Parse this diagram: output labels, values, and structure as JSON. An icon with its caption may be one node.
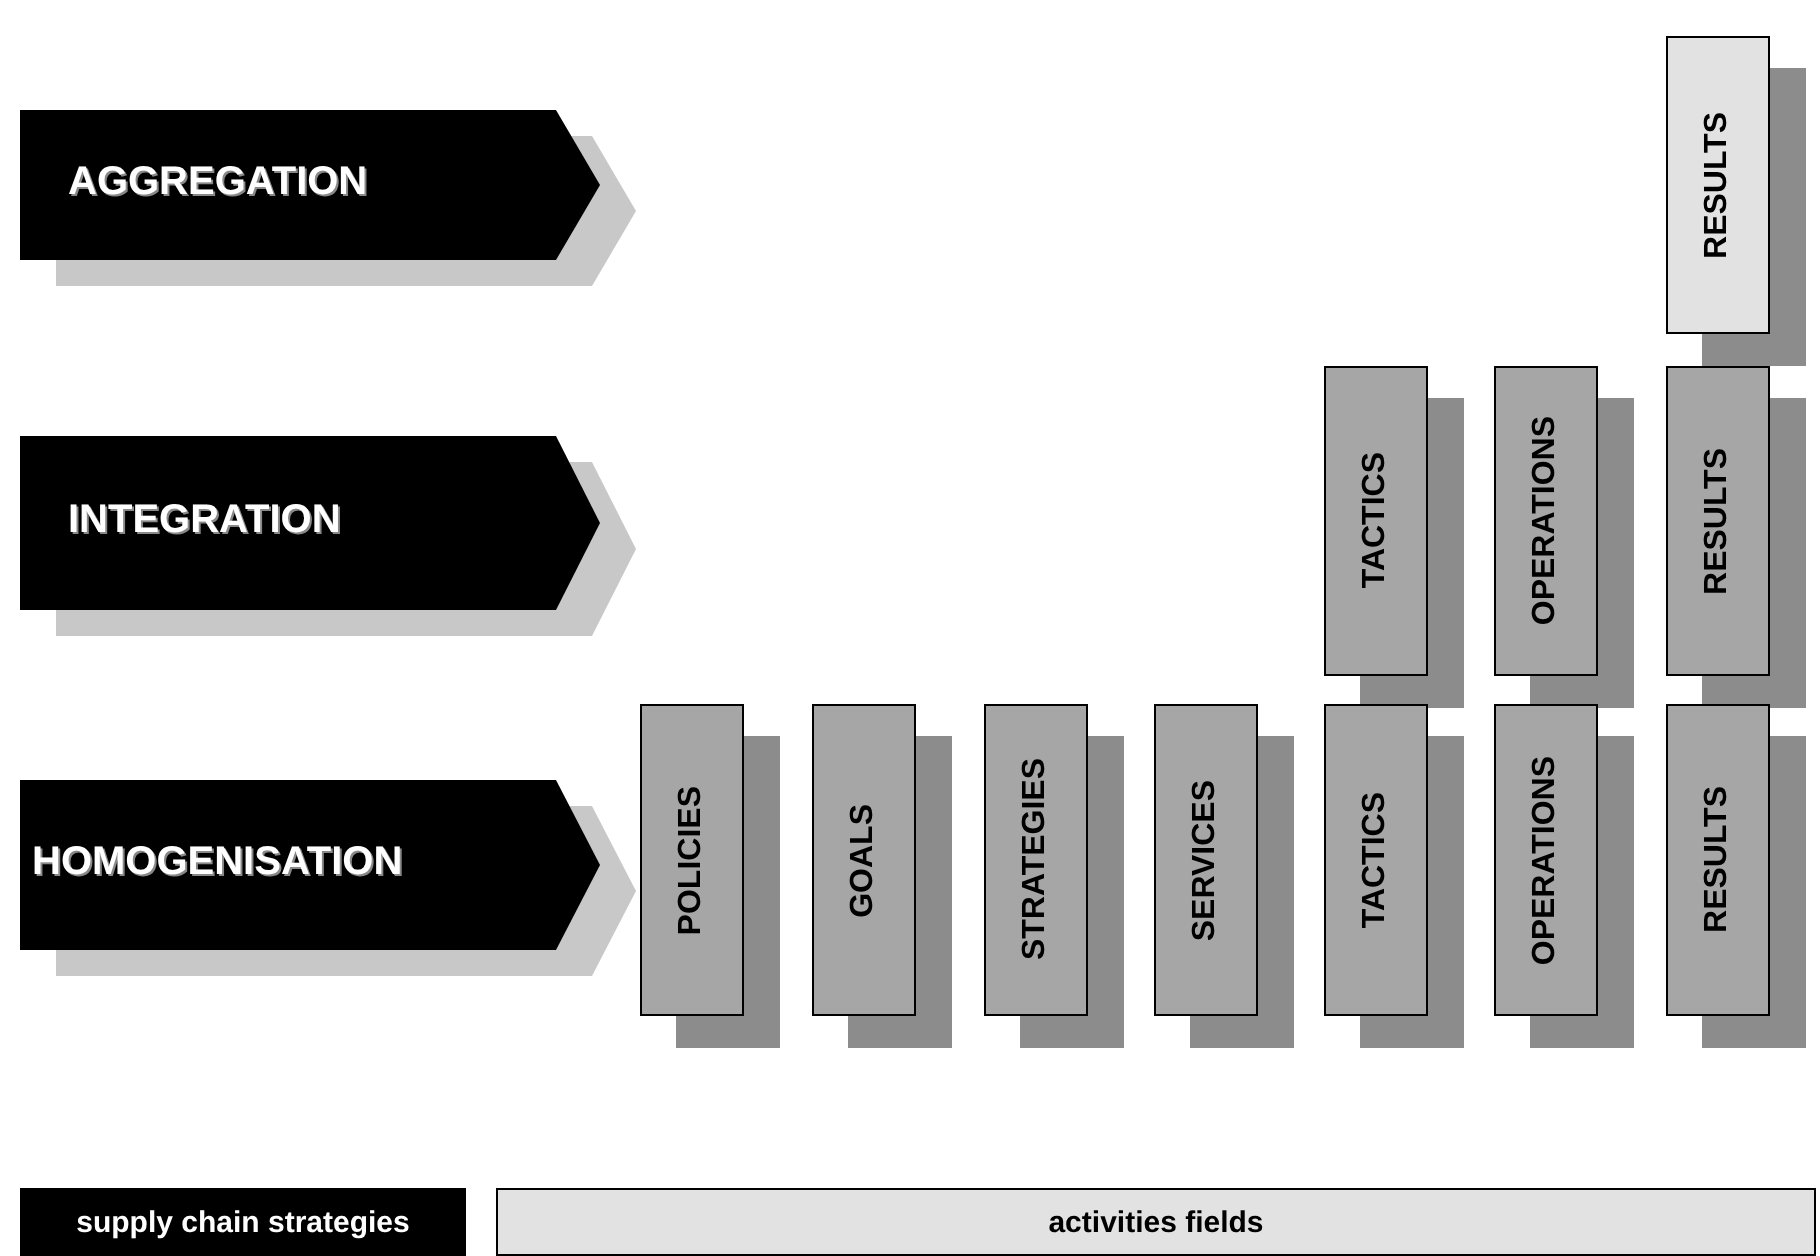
{
  "diagram": {
    "nodes": [
      {
        "text": [
          "AGGREGATION"
        ]
      },
      {
        "text": [
          "RESULTS"
        ]
      },
      {
        "text": [
          "INTEGRATION"
        ]
      },
      {
        "text": [
          "TACTICS"
        ]
      },
      {
        "text": [
          "OPERATIONS"
        ]
      },
      {
        "text": [
          "RESULTS"
        ]
      },
      {
        "text": [
          "HOMOGENISATION"
        ]
      },
      {
        "text": [
          "POLICIES"
        ]
      },
      {
        "text": [
          "GOALS"
        ]
      },
      {
        "text": [
          "STRATEGIES"
        ]
      },
      {
        "text": [
          "SERVICES"
        ]
      },
      {
        "text": [
          "TACTICS"
        ]
      },
      {
        "text": [
          "OPERATIONS"
        ]
      },
      {
        "text": [
          "RESULTS"
        ]
      },
      {
        "text": [
          "supply chain strategies"
        ]
      },
      {
        "text": [
          "activities fields"
        ]
      }
    ]
  }
}
